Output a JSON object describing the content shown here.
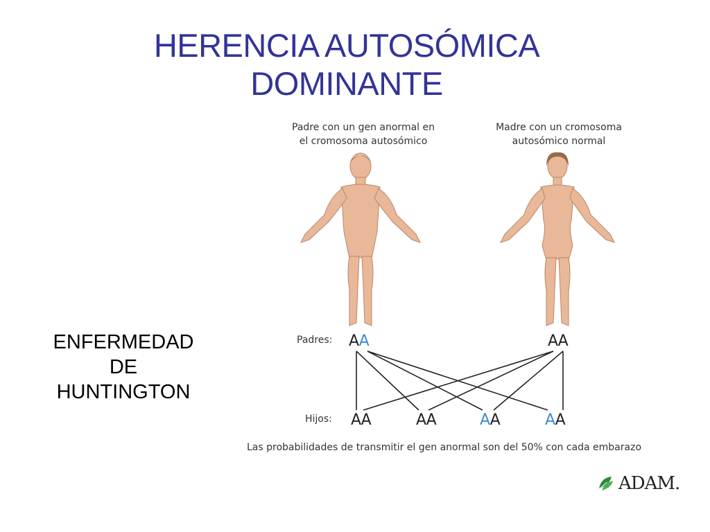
{
  "slide": {
    "title_line1": "HERENCIA AUTOSÓMICA",
    "title_line2": "DOMINANTE",
    "side_label_line1": "ENFERMEDAD",
    "side_label_line2": "DE",
    "side_label_line3": "HUNTINGTON"
  },
  "diagram": {
    "father_caption_line1": "Padre con un gen anormal en",
    "father_caption_line2": "el cromosoma autosómico",
    "mother_caption_line1": "Madre con un cromosoma",
    "mother_caption_line2": "autosómico normal",
    "parents_label": "Padres:",
    "children_label": "Hijos:",
    "father_genotype": {
      "allele1": "A",
      "allele2": "A",
      "abnormal_allele_index": 2
    },
    "mother_genotype": {
      "allele1": "A",
      "allele2": "A",
      "abnormal_allele_index": 0
    },
    "children": [
      {
        "allele1": "A",
        "allele2": "A",
        "abnormal_allele_index": 0
      },
      {
        "allele1": "A",
        "allele2": "A",
        "abnormal_allele_index": 0
      },
      {
        "allele1": "A",
        "allele2": "A",
        "abnormal_allele_index": 1
      },
      {
        "allele1": "A",
        "allele2": "A",
        "abnormal_allele_index": 1
      }
    ],
    "footer": "Las probabilidades de transmitir el gen anormal son del 50% con cada embarazo",
    "colors": {
      "normal_allele": "#222222",
      "abnormal_allele": "#3c8ad8",
      "skin": "#e9b898"
    }
  },
  "logo": {
    "text": "ADAM.",
    "icon": "leaf-logo-icon"
  }
}
